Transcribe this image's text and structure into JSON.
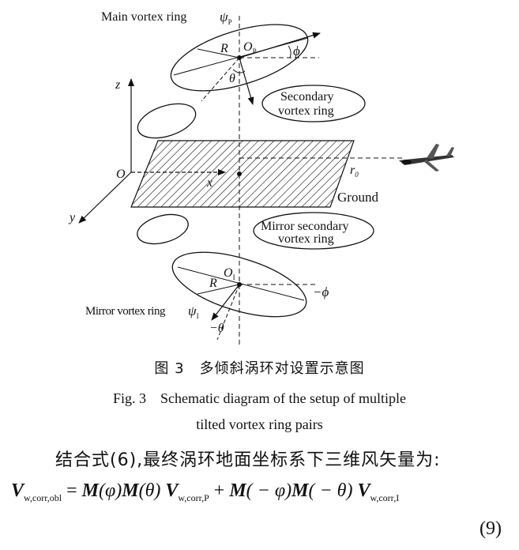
{
  "figure": {
    "labels": {
      "main_ring": "Main vortex ring",
      "psi_p": "ψ",
      "psi_p_sub": "P",
      "r_main": "R",
      "o_p": "O",
      "o_p_sub": "P",
      "phi": "ϕ",
      "theta": "θ",
      "z_axis": "z",
      "secondary_line1": "Secondary",
      "secondary_line2": "vortex ring",
      "origin": "O",
      "x_axis": "x",
      "y_axis": "y",
      "r0": "r",
      "r0_sub": "0",
      "ground": "Ground",
      "mirror_secondary_line1": "Mirror secondary",
      "mirror_secondary_line2": "vortex ring",
      "o_i": "O",
      "o_i_sub": "I",
      "r_mirror": "R",
      "neg_phi": "−ϕ",
      "mirror_ring": "Mirror vortex ring",
      "psi_i": "ψ",
      "psi_i_sub": "I",
      "neg_theta": "−θ"
    }
  },
  "caption": {
    "cn": "图 3　多倾斜涡环对设置示意图",
    "en_line1": "Fig. 3　Schematic diagram of the setup of multiple",
    "en_line2": "tilted vortex ring pairs"
  },
  "body_text": "结合式(6),最终涡环地面坐标系下三维风矢量为:",
  "equation": {
    "lhs": "V",
    "lhs_sub": "w,corr,obl",
    "eq": " = ",
    "m1": "M",
    "arg1": "(φ)",
    "m2": "M",
    "arg2": "(θ)",
    "v1": "V",
    "v1_sub": "w,corr,P",
    "plus": " + ",
    "m3": "M",
    "arg3": "( − φ)",
    "m4": "M",
    "arg4": "( − θ)",
    "v2": "V",
    "v2_sub": "w,corr,I",
    "number": "(9)"
  }
}
